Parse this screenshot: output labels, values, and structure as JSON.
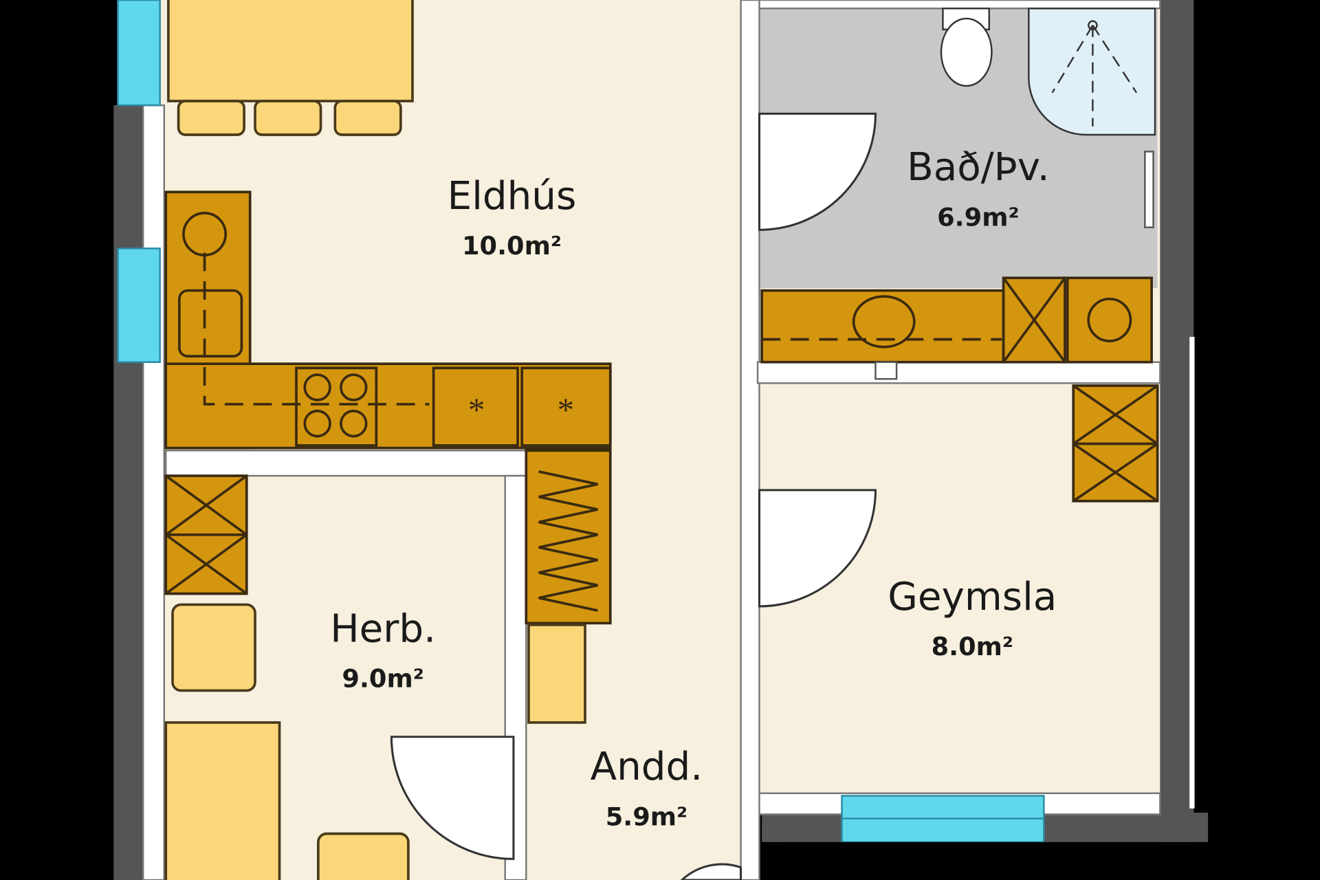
{
  "plan": {
    "rooms": [
      {
        "name": "Eldhús",
        "area": "10.0m²"
      },
      {
        "name": "Bað/Þv.",
        "area": "6.9m²"
      },
      {
        "name": "Herb.",
        "area": "9.0m²"
      },
      {
        "name": "Geymsla",
        "area": "8.0m²"
      },
      {
        "name": "Andd.",
        "area": "5.9m²"
      }
    ]
  },
  "colors": {
    "floor": "#f7f0df",
    "bath_floor": "#c8c8c8",
    "cabinet": "#d4960f",
    "furniture": "#fcd77a",
    "window": "#5fd8ee"
  }
}
